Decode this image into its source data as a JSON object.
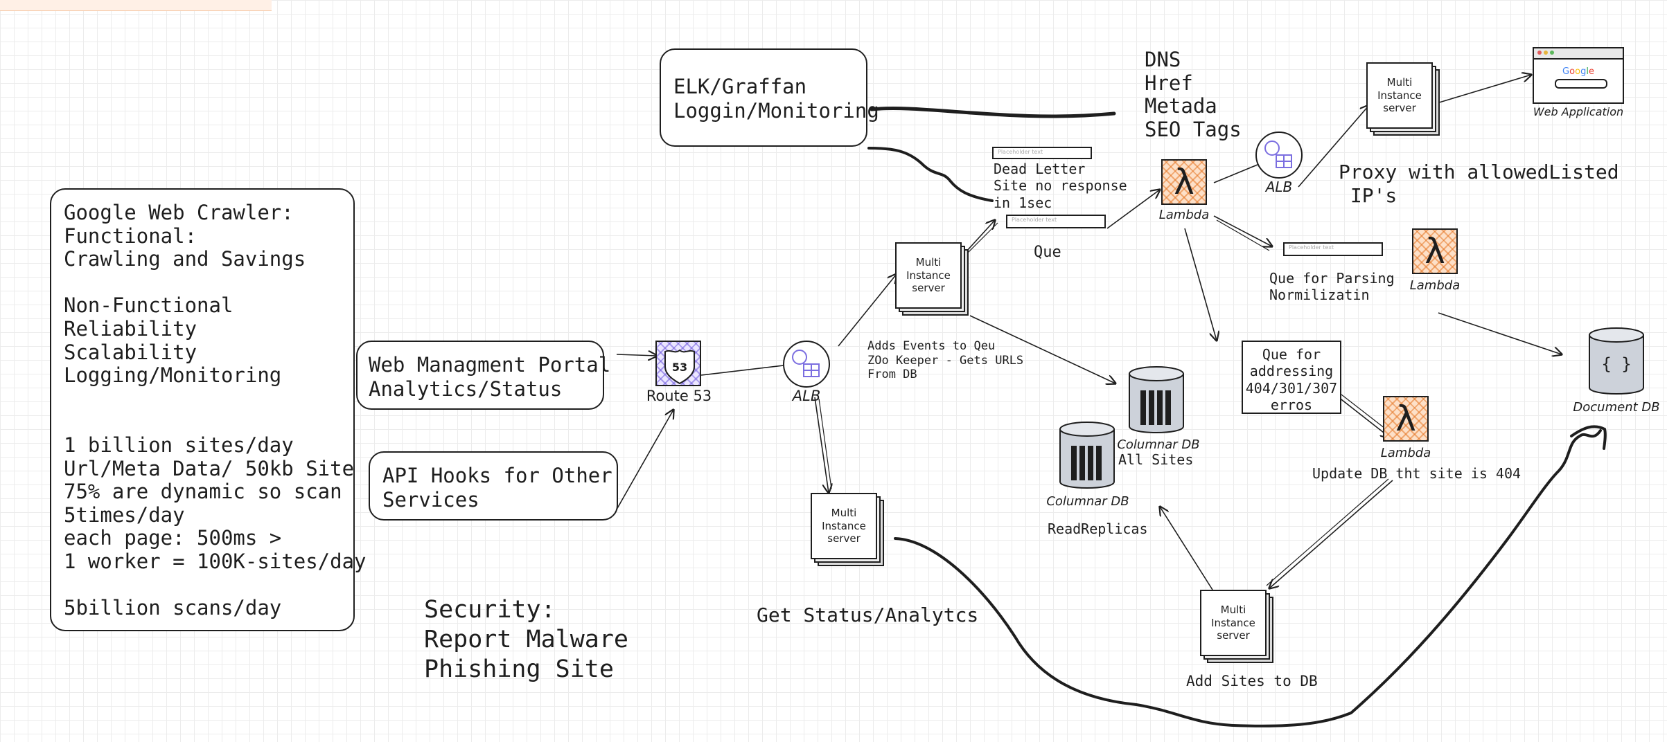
{
  "requirements": {
    "lines": [
      "Google Web Crawler:",
      "Functional:",
      "Crawling and Savings",
      "",
      "Non-Functional",
      "Reliability",
      "Scalability",
      "Logging/Monitoring",
      "",
      "",
      "1 billion sites/day",
      "Url/Meta Data/ 50kb Site",
      "75% are dynamic so scan",
      "5times/day",
      "each page: 500ms >",
      "1 worker = 100K-sites/day",
      "",
      "5billion scans/day"
    ]
  },
  "web_portal": "Web Managment Portal\nAnalytics/Status",
  "api_hooks": "API Hooks for Other\nServices",
  "security": "Security:\nReport Malware\nPhishing Site",
  "route53": {
    "badge": "53",
    "label": "Route 53"
  },
  "alb_main": "ALB",
  "alb_proxy": "ALB",
  "multi_instance_label": "Multi\nInstance\nserver",
  "elk": "ELK/Graffan\nLoggin/Monitoring",
  "dns_tags": "DNS\nHref\nMetada\nSEO Tags",
  "placeholder_text": "Placeholder text",
  "dead_letter": "Dead Letter\nSite no response\nin 1sec",
  "que": "Que",
  "adds_events": "Adds Events to Qeu\nZOo Keeper - Gets URLS\nFrom DB",
  "lambda_label": "Lambda",
  "lambda_symbol": "λ",
  "proxy": "Proxy with allowedListed\n IP's",
  "web_app": {
    "label": "Web Application",
    "logo": "Google"
  },
  "que_parsing": "Que for Parsing\nNormilizatin",
  "document_db": {
    "label": "Document DB",
    "symbol": "{ }"
  },
  "que_404": "Que for\naddressing\n404/301/307\nerros",
  "update_db": "Update DB tht site is 404",
  "columnar_all": {
    "label1": "Columnar DB",
    "label2": "All Sites"
  },
  "columnar_replica": {
    "label1": "Columnar DB",
    "label2": "ReadReplicas"
  },
  "add_sites": "Add Sites to DB",
  "get_status": "Get Status/Analytcs",
  "colors": {
    "stroke": "#1e1e1e",
    "lambda_fill": "#fde0c8",
    "lambda_hatch": "#e67828",
    "route53_hatch": "#6e5adc",
    "alb_icon": "#7b6ee0",
    "db_fill": "#cdd2da",
    "highlight": "#fff0e6"
  }
}
